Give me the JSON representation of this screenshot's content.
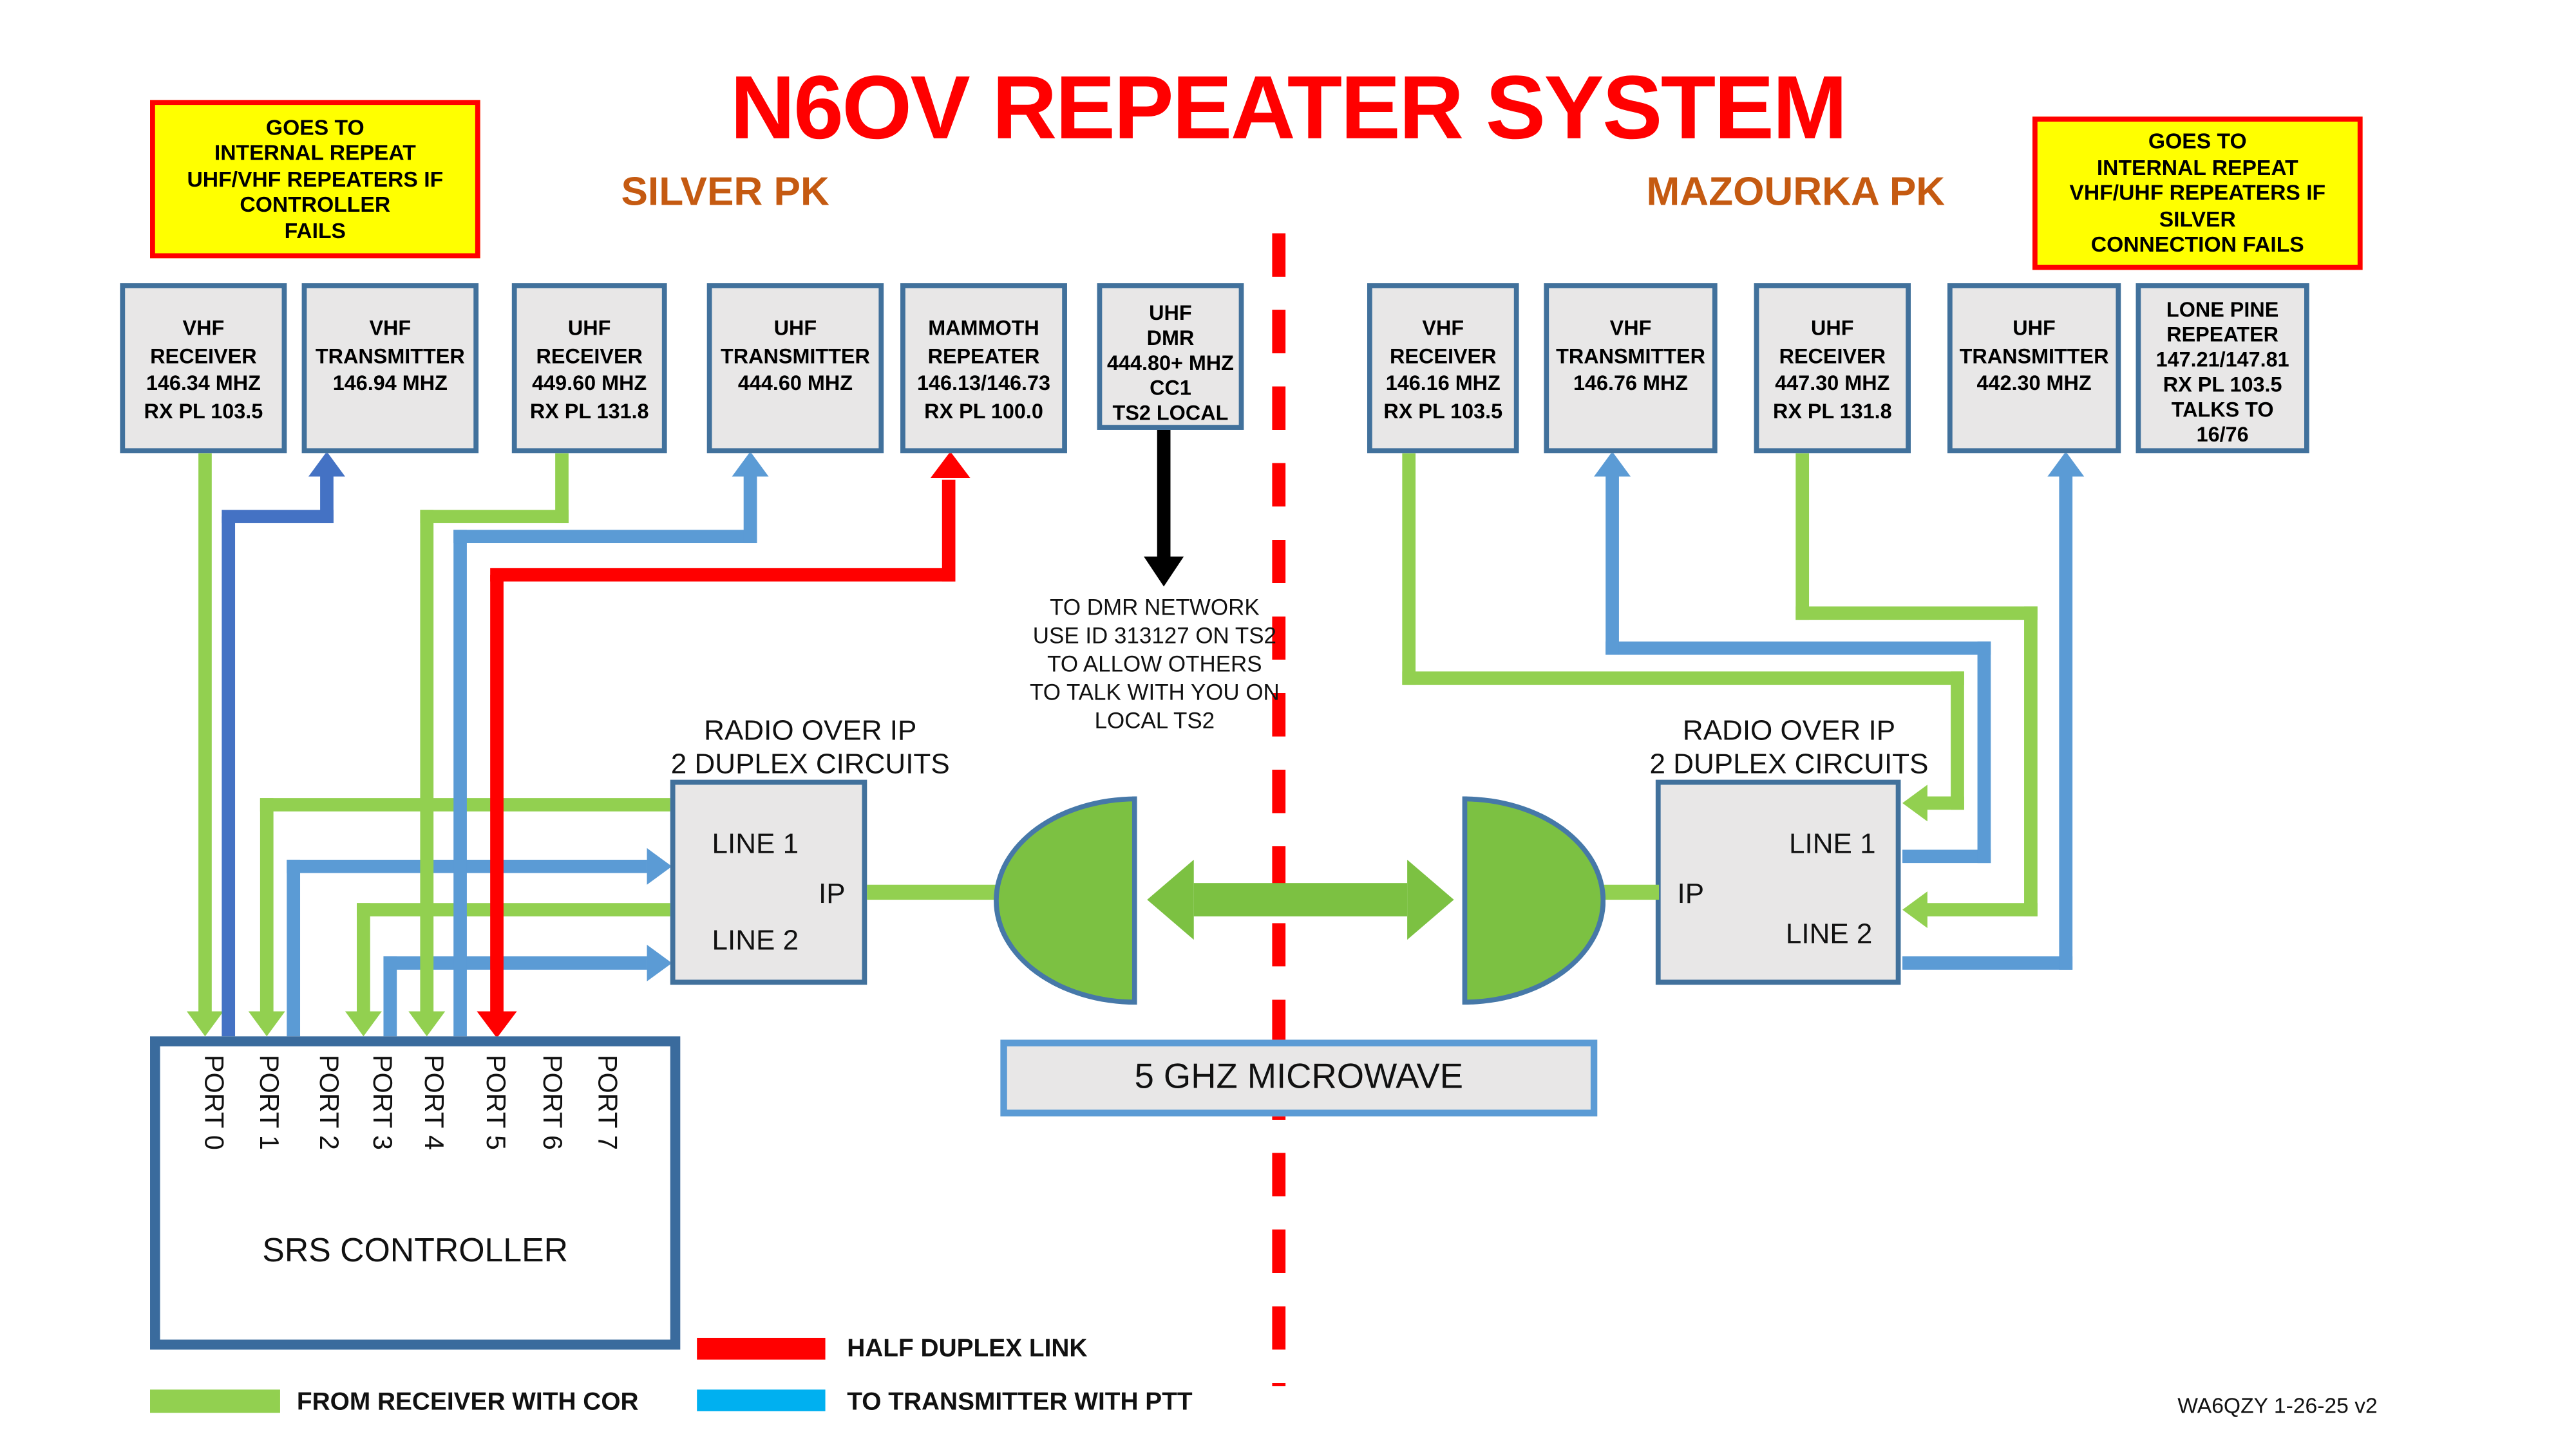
{
  "header": {
    "title": "N6OV REPEATER SYSTEM",
    "silver_label": "SILVER PK",
    "mazourka_label": "MAZOURKA PK",
    "credit": "WA6QZY 1-26-25 v2"
  },
  "failover_notes": {
    "left": [
      "GOES TO",
      "INTERNAL REPEAT",
      "UHF/VHF REPEATERS IF",
      "CONTROLLER",
      "FAILS"
    ],
    "right": [
      "GOES TO",
      "INTERNAL REPEAT",
      "VHF/UHF REPEATERS IF",
      "SILVER",
      "CONNECTION FAILS"
    ]
  },
  "silver_boxes": {
    "vhf_receiver": [
      "VHF",
      "RECEIVER",
      "146.34 MHZ",
      "RX PL 103.5"
    ],
    "vhf_transmitter": [
      "VHF",
      "TRANSMITTER",
      "146.94 MHZ"
    ],
    "uhf_receiver": [
      "UHF",
      "RECEIVER",
      "449.60 MHZ",
      "RX PL 131.8"
    ],
    "uhf_transmitter": [
      "UHF",
      "TRANSMITTER",
      "444.60 MHZ"
    ],
    "mammoth_repeater": [
      "MAMMOTH",
      "REPEATER",
      "146.13/146.73",
      "RX PL 100.0"
    ],
    "uhf_dmr": [
      "UHF",
      "DMR",
      "444.80+ MHZ",
      "CC1",
      "TS2 LOCAL"
    ]
  },
  "mazourka_boxes": {
    "vhf_receiver": [
      "VHF",
      "RECEIVER",
      "146.16 MHZ",
      "RX PL 103.5"
    ],
    "vhf_transmitter": [
      "VHF",
      "TRANSMITTER",
      "146.76 MHZ"
    ],
    "uhf_receiver": [
      "UHF",
      "RECEIVER",
      "447.30 MHZ",
      "RX PL 131.8"
    ],
    "uhf_transmitter": [
      "UHF",
      "TRANSMITTER",
      "442.30 MHZ"
    ],
    "lone_pine_repeater": [
      "LONE PINE",
      "REPEATER",
      "147.21/147.81",
      "RX PL 103.5",
      "TALKS TO",
      "16/76"
    ]
  },
  "dmr_note": [
    "TO DMR NETWORK",
    "USE ID 313127 ON TS2",
    "TO ALLOW OTHERS",
    "TO TALK WITH YOU ON",
    "LOCAL TS2"
  ],
  "roip": {
    "left_title": [
      "RADIO OVER IP",
      "2 DUPLEX CIRCUITS"
    ],
    "right_title": [
      "RADIO OVER IP",
      "2 DUPLEX CIRCUITS"
    ],
    "left": {
      "line1": "LINE 1",
      "line2": "LINE 2",
      "ip": "IP"
    },
    "right": {
      "line1": "LINE 1",
      "line2": "LINE 2",
      "ip": "IP"
    }
  },
  "microwave": {
    "label": "5 GHZ MICROWAVE"
  },
  "controller": {
    "label": "SRS CONTROLLER",
    "ports": [
      "PORT 0",
      "PORT 1",
      "PORT 2",
      "PORT 3",
      "PORT 4",
      "PORT 5",
      "PORT 6",
      "PORT 7"
    ]
  },
  "legend": {
    "half_duplex": "HALF DUPLEX LINK",
    "from_receiver": "FROM RECEIVER WITH COR",
    "to_transmitter": "TO TRANSMITTER WITH PTT"
  },
  "colors": {
    "wire_green": "#92D050",
    "wire_blue": "#5B9BD5",
    "wire_blue_dark": "#4472C4",
    "link_red": "#FF0000",
    "legend_cyan": "#00B0F0",
    "dish_green": "#7CC142",
    "note_yellow": "#FFFF00",
    "site_orange": "#C55A11",
    "box_border": "#41719C",
    "box_fill": "#E8E7E7",
    "title_red": "#FF0000"
  }
}
